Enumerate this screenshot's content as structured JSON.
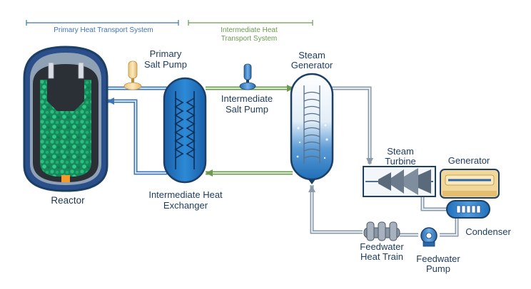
{
  "systems": {
    "primary": "Primary Heat Transport System",
    "intermediate_line1": "Intermediate Heat",
    "intermediate_line2": "Transport System"
  },
  "components": {
    "reactor": "Reactor",
    "primary_pump_line1": "Primary",
    "primary_pump_line2": "Salt Pump",
    "ihx_line1": "Intermediate Heat",
    "ihx_line2": "Exchanger",
    "isp_line1": "Intermediate",
    "isp_line2": "Salt Pump",
    "sg_line1": "Steam",
    "sg_line2": "Generator",
    "turbine_line1": "Steam",
    "turbine_line2": "Turbine",
    "generator": "Generator",
    "condenser": "Condenser",
    "fw_pump_line1": "Feedwater",
    "fw_pump_line2": "Pump",
    "fw_train_line1": "Feedwater",
    "fw_train_line2": "Heat Train"
  },
  "colors": {
    "primary_loop": "#3f74b5",
    "intermediate_loop": "#6c9a4f",
    "steam_loop": "#8a9aa8",
    "vessel_blue": "#1f6fb9",
    "vessel_outline": "#1c3f66",
    "reactor_core": "#1d9b6a",
    "generator_yellow": "#f1d79a"
  }
}
